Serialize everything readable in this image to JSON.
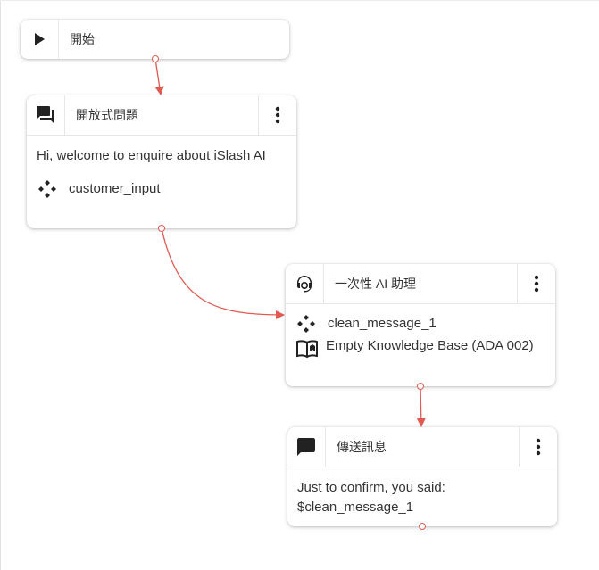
{
  "nodes": {
    "start": {
      "title": "開始",
      "icon": "play-icon"
    },
    "open_question": {
      "title": "開放式問題",
      "icon": "forum-icon",
      "message": "Hi, welcome to enquire about iSlash AI",
      "variable": "customer_input",
      "variable_icon": "variable-diamond-icon",
      "menu_icon": "more-vert-icon"
    },
    "ai_assistant": {
      "title": "一次性 AI 助理",
      "icon": "support-agent-icon",
      "variable": "clean_message_1",
      "variable_icon": "variable-diamond-icon",
      "knowledge_base": "Empty Knowledge Base (ADA 002)",
      "knowledge_icon": "book-icon",
      "menu_icon": "more-vert-icon"
    },
    "send_message": {
      "title": "傳送訊息",
      "icon": "chat-bubble-icon",
      "message": "Just to confirm, you said: $clean_message_1",
      "menu_icon": "more-vert-icon"
    }
  },
  "colors": {
    "edge": "#e05a52",
    "icon": "#222222"
  }
}
